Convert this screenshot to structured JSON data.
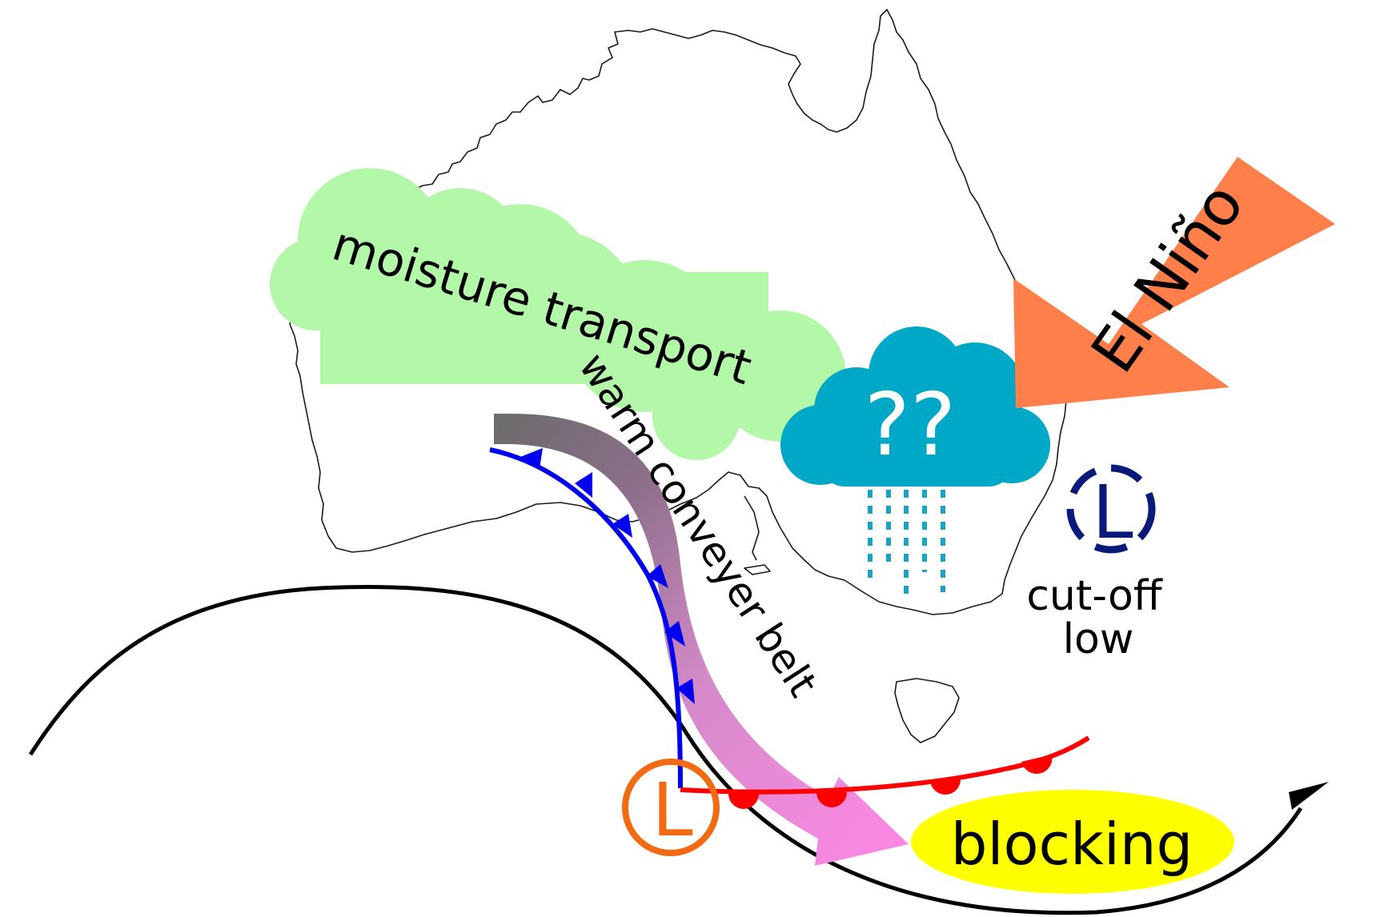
{
  "labels": {
    "moisture": "moisture transport",
    "wcb": "warm conveyer belt",
    "el_nino": "El Niño",
    "question": "??",
    "cutoff_line1": "cut-off",
    "cutoff_line2": "low",
    "blocking": "blocking",
    "low_symbol": "L"
  },
  "colors": {
    "moisture_cloud": "#b3f7a8",
    "rain_cloud": "#00a8c8",
    "rain": "#1aa3c3",
    "el_nino_arrow": "#ff7f4a",
    "cold_front": "#0000ee",
    "warm_front": "#ff0000",
    "surface_low": "#f26a12",
    "cutoff_low": "#0a1a7a",
    "blocking": "#ffff00",
    "wcb_start": "#6b6b6b",
    "wcb_end": "#ff88e6"
  }
}
